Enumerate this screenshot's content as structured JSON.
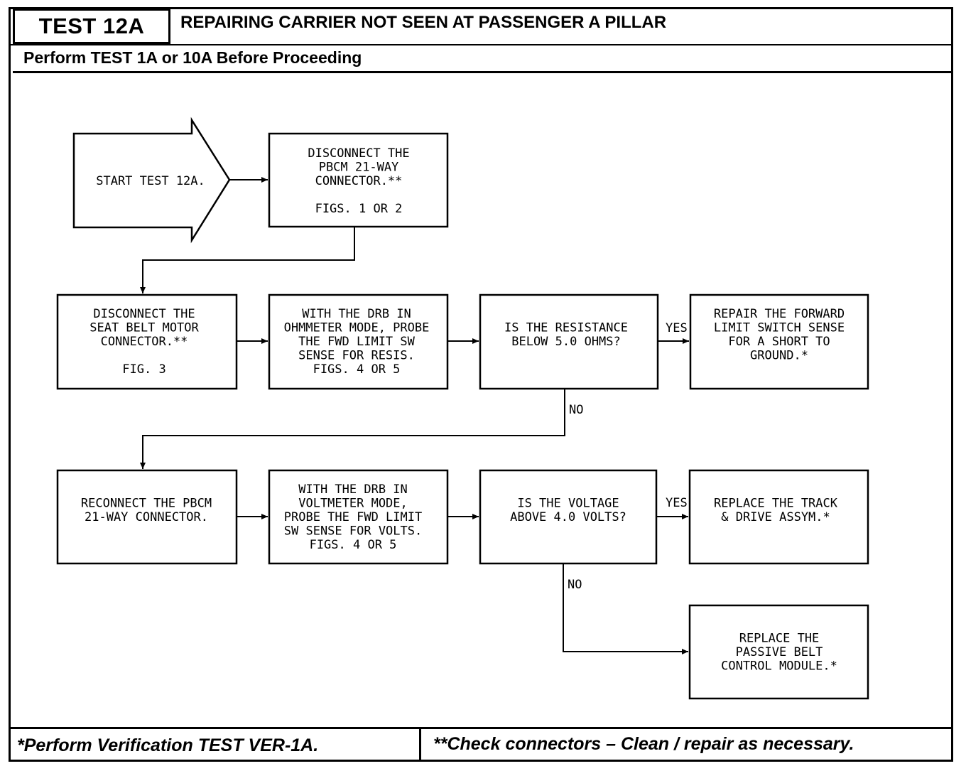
{
  "header": {
    "test_id": "TEST 12A",
    "title": "REPAIRING CARRIER NOT SEEN AT PASSENGER A PILLAR",
    "prerequisite": "Perform TEST 1A or 10A Before Proceeding"
  },
  "flowchart": {
    "start": [
      "START TEST 12A."
    ],
    "step1": [
      "DISCONNECT THE",
      "PBCM 21-WAY",
      "CONNECTOR.**",
      "",
      "FIGS. 1 OR 2"
    ],
    "step2": [
      "DISCONNECT THE",
      "SEAT BELT MOTOR",
      "CONNECTOR.**",
      "",
      "FIG. 3"
    ],
    "step3": [
      "WITH THE DRB IN",
      "OHMMETER MODE, PROBE",
      "THE FWD LIMIT SW",
      "SENSE FOR RESIS.",
      "FIGS. 4 OR 5"
    ],
    "decision1": [
      "IS THE RESISTANCE",
      "BELOW 5.0 OHMS?"
    ],
    "result1": [
      "REPAIR THE FORWARD",
      "LIMIT SWITCH SENSE",
      "FOR A SHORT TO",
      "GROUND.*"
    ],
    "step4": [
      "RECONNECT THE PBCM",
      "21-WAY CONNECTOR."
    ],
    "step5": [
      "WITH THE DRB IN",
      "VOLTMETER MODE,",
      "PROBE THE FWD LIMIT",
      "SW SENSE FOR VOLTS.",
      "FIGS. 4 OR 5"
    ],
    "decision2": [
      "IS THE VOLTAGE",
      "ABOVE 4.0 VOLTS?"
    ],
    "result2": [
      "REPLACE THE TRACK",
      "& DRIVE ASSYM.*"
    ],
    "result3": [
      "REPLACE THE",
      "PASSIVE BELT",
      "CONTROL MODULE.*"
    ],
    "labels": {
      "yes1": "YES",
      "no1": "NO",
      "yes2": "YES",
      "no2": "NO"
    }
  },
  "footer": {
    "left": "*Perform Verification TEST VER-1A.",
    "right": "**Check connectors – Clean / repair as necessary."
  }
}
